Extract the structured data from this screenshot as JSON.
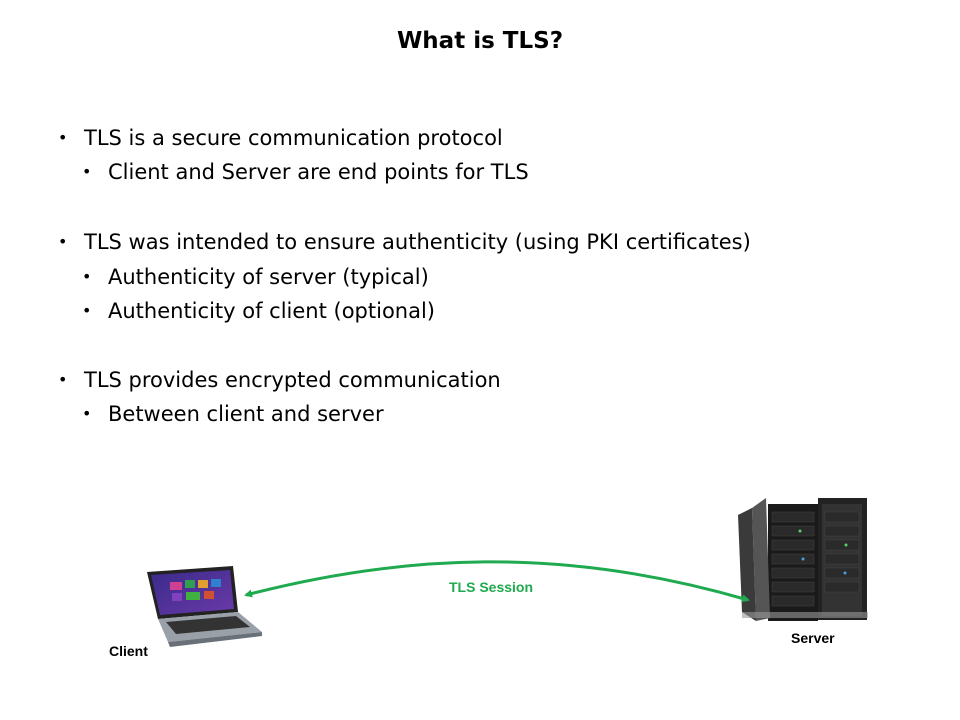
{
  "slide": {
    "title": "What is TLS?",
    "bullets": [
      {
        "level": 1,
        "text": "TLS is a secure communication protocol"
      },
      {
        "level": 2,
        "text": "Client and Server are end points for TLS"
      },
      {
        "level": 1,
        "text": "TLS was intended to ensure authenticity (using PKI certificates)"
      },
      {
        "level": 2,
        "text": "Authenticity of server (typical)"
      },
      {
        "level": 2,
        "text": "Authenticity of client (optional)"
      },
      {
        "level": 1,
        "text": "TLS provides encrypted communication"
      },
      {
        "level": 2,
        "text": "Between client and server"
      }
    ],
    "bullet_glyph": "•"
  },
  "diagram": {
    "client_label": "Client",
    "server_label": "Server",
    "session_label": "TLS Session",
    "arrow_color": "#1faa4f",
    "client_icon": "laptop-icon",
    "server_icon": "server-rack-icon"
  }
}
